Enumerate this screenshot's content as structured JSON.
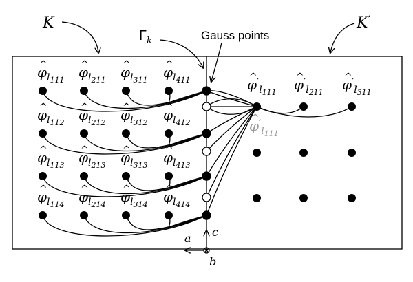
{
  "labels": {
    "K": "K",
    "K_prime": "K",
    "prime_mark": "′",
    "gamma": "Γ",
    "gamma_sub": "k",
    "gauss_points": "Gauss points",
    "a": "a",
    "b": "b",
    "c": "c",
    "phi": "φ",
    "hat": "^",
    "l": "l"
  },
  "left_basis": [
    [
      "111",
      "211",
      "311",
      "411"
    ],
    [
      "112",
      "212",
      "312",
      "412"
    ],
    [
      "113",
      "213",
      "313",
      "413"
    ],
    [
      "114",
      "214",
      "314",
      "414"
    ]
  ],
  "right_basis": [
    "111",
    "211",
    "311"
  ],
  "highlighted_right": "111",
  "colors": {
    "stroke": "#000000",
    "highlight_text": "#9a9a9a",
    "background": "#ffffff"
  }
}
